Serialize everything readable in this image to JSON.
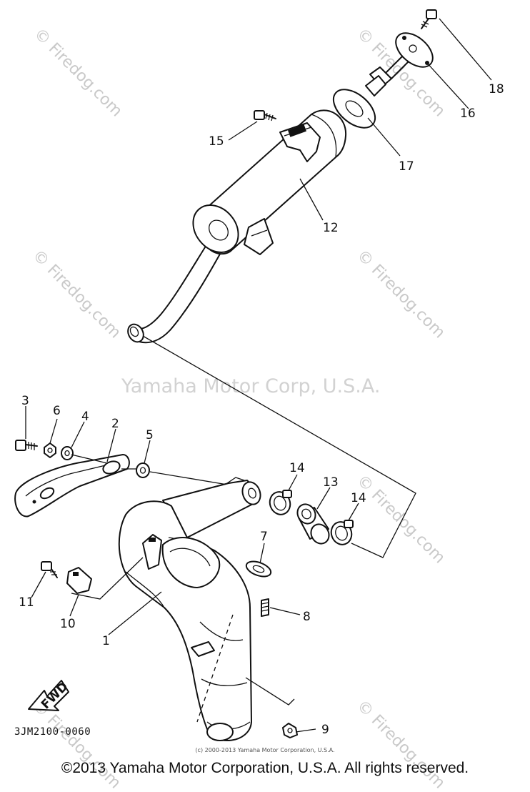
{
  "watermarks": {
    "site": "© Firedog.com",
    "oem": "Yamaha Motor Corp, U.S.A."
  },
  "diagram": {
    "code": "3JM2100-0060",
    "fwd_label": "FWD",
    "small_copyright": "(c) 2000-2013 Yamaha Motor Corporation, U.S.A.",
    "callouts": [
      "1",
      "2",
      "3",
      "4",
      "5",
      "6",
      "7",
      "8",
      "9",
      "10",
      "11",
      "12",
      "13",
      "14",
      "14",
      "15",
      "16",
      "17",
      "18"
    ]
  },
  "footer": {
    "copyright": "©2013 Yamaha Motor Corporation, U.S.A. All rights reserved."
  }
}
